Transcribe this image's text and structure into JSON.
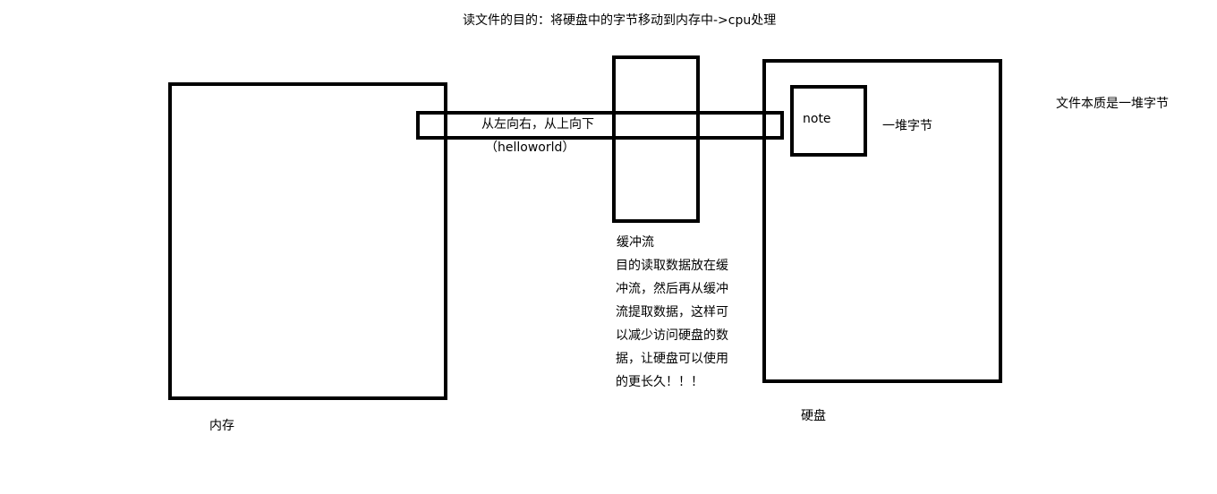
{
  "title": "读文件的目的：将硬盘中的字节移动到内存中->cpu处理",
  "memory": {
    "label": "内存"
  },
  "disk": {
    "label": "硬盘",
    "note": "note",
    "bytes": "一堆字节"
  },
  "file_essence": "文件本质是一堆字节",
  "stream": {
    "direction": "从左向右，从上向下",
    "example": "（helloworld）"
  },
  "buffer": {
    "label": "缓冲流",
    "description_lines": [
      "目的读取数据放在缓",
      "冲流，然后再从缓冲",
      "流提取数据，这样可",
      "以减少访问硬盘的数",
      "据，让硬盘可以使用",
      "的更长久！！！"
    ]
  }
}
